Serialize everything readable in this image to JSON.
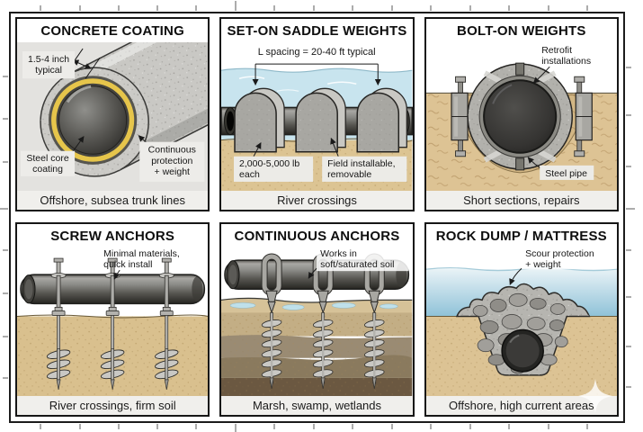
{
  "diagram": "pipeline buoyancy control methods",
  "colors": {
    "water": "#c8e4ee",
    "water_deep": "#8fc2d8",
    "sand": "#dcc493",
    "concrete_gray": "#cbcac6",
    "weight_gray": "#a8a7a2",
    "coating_yellow": "#e6c54b",
    "pipe_dark": "#3a3a38",
    "soil_brown": "#8a7a5e",
    "footer_bg": "#f0efec",
    "label_box": "#ecebe7",
    "frame_line": "#1c1c1c"
  },
  "panels": [
    {
      "title": "CONCRETE COATING",
      "footer": "Offshore, subsea trunk lines",
      "labels": {
        "dimension": [
          "1.5-4 inch",
          "typical"
        ],
        "core": [
          "Steel core",
          "coating"
        ],
        "protection": [
          "Continuous",
          "protection",
          "+ weight"
        ]
      }
    },
    {
      "title": "SET-ON SADDLE WEIGHTS",
      "footer": "River crossings",
      "labels": {
        "spacing": "L spacing = 20-40 ft typical",
        "weight": [
          "2,000-5,000 lb",
          "each"
        ],
        "install": [
          "Field installable,",
          "removable"
        ]
      }
    },
    {
      "title": "BOLT-ON WEIGHTS",
      "footer": "Short sections, repairs",
      "labels": {
        "retrofit": [
          "Retrofit",
          "installations"
        ],
        "pipe": "Steel pipe"
      }
    },
    {
      "title": "SCREW ANCHORS",
      "footer": "River crossings, firm soil",
      "labels": {
        "minimal": [
          "Minimal materials,",
          "quick install"
        ]
      }
    },
    {
      "title": "CONTINUOUS ANCHORS",
      "footer": "Marsh, swamp, wetlands",
      "labels": {
        "soil": [
          "Works in",
          "soft/saturated soil"
        ]
      }
    },
    {
      "title": "ROCK DUMP / MATTRESS",
      "footer": "Offshore, high current areas",
      "labels": {
        "scour": [
          "Scour protection",
          "+ weight"
        ]
      }
    }
  ]
}
